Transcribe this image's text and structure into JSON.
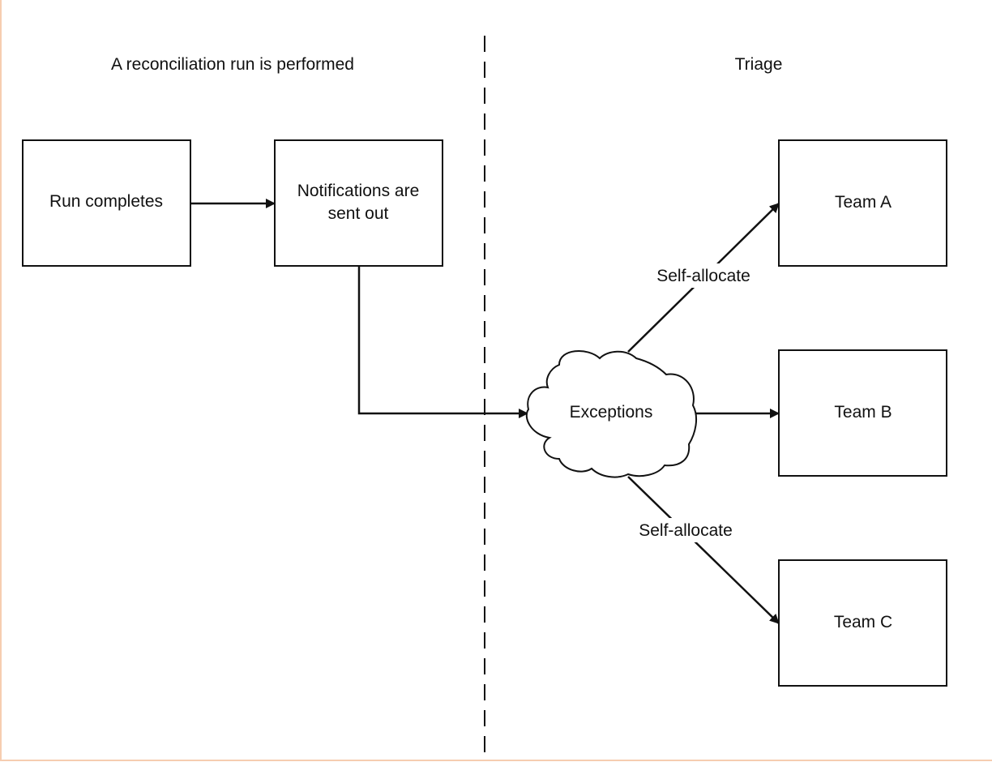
{
  "sections": {
    "left_title": "A reconciliation run is performed",
    "right_title": "Triage"
  },
  "nodes": {
    "run_completes": "Run completes",
    "notifications_line1": "Notifications are",
    "notifications_line2": "sent out",
    "exceptions": "Exceptions",
    "team_a": "Team A",
    "team_b": "Team B",
    "team_c": "Team C"
  },
  "edge_labels": {
    "to_team_a": "Self-allocate",
    "to_team_c": "Self-allocate"
  },
  "colors": {
    "stroke": "#111111",
    "frame_border": "#f6cdb0",
    "background": "#ffffff"
  }
}
